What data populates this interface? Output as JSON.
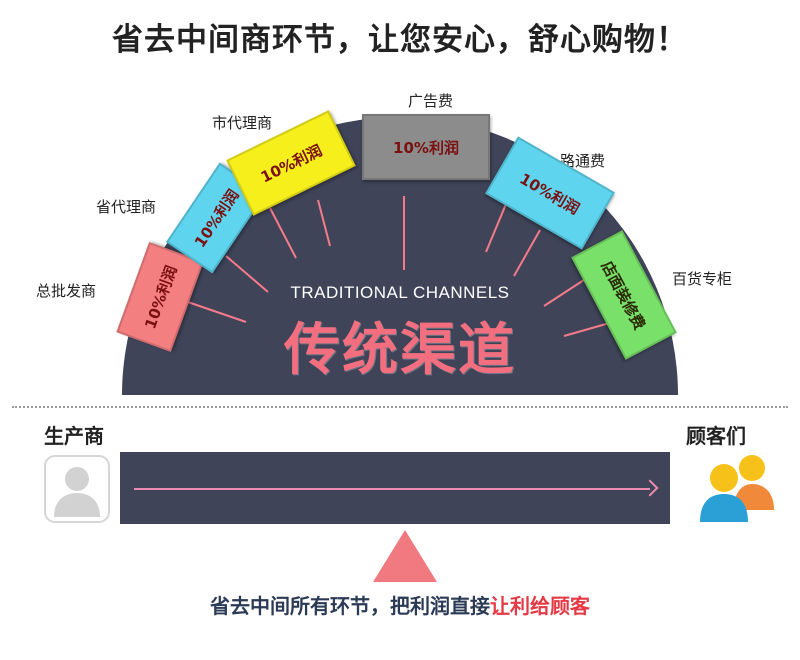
{
  "headline": "省去中间商环节，让您安心，舒心购物！",
  "arch": {
    "english_title": "TRADITIONAL CHANNELS",
    "chinese_title": "传统渠道",
    "stages": [
      {
        "label": "总批发商",
        "tag": "10%利润",
        "color": "#f47f80"
      },
      {
        "label": "省代理商",
        "tag": "10%利润",
        "color": "#5fd4ee"
      },
      {
        "label": "市代理商",
        "tag": "10%利润",
        "color": "#f6ef1b"
      },
      {
        "label": "广告费",
        "tag": "10%利润",
        "color": "#8c8c8c"
      },
      {
        "label": "路通费",
        "tag": "10%利润",
        "color": "#5fd4ee"
      },
      {
        "label": "百货专柜",
        "tag": "店面装修费",
        "color": "#79e069"
      }
    ],
    "colors": {
      "dome": "#3f4459",
      "ray": "#f57b8a",
      "tag_text": "#7a1010"
    }
  },
  "flow": {
    "producer_label": "生产商",
    "customer_label": "顾客们",
    "producer_icon": "user-silhouette-icon",
    "customer_icon": "customer-group-icon",
    "arrow_color": "#ef8ab0"
  },
  "bottom": {
    "text_before": "省去中间所有环节，把利润直接",
    "text_highlight": "让利给顾客",
    "highlight_color": "#e53945"
  }
}
